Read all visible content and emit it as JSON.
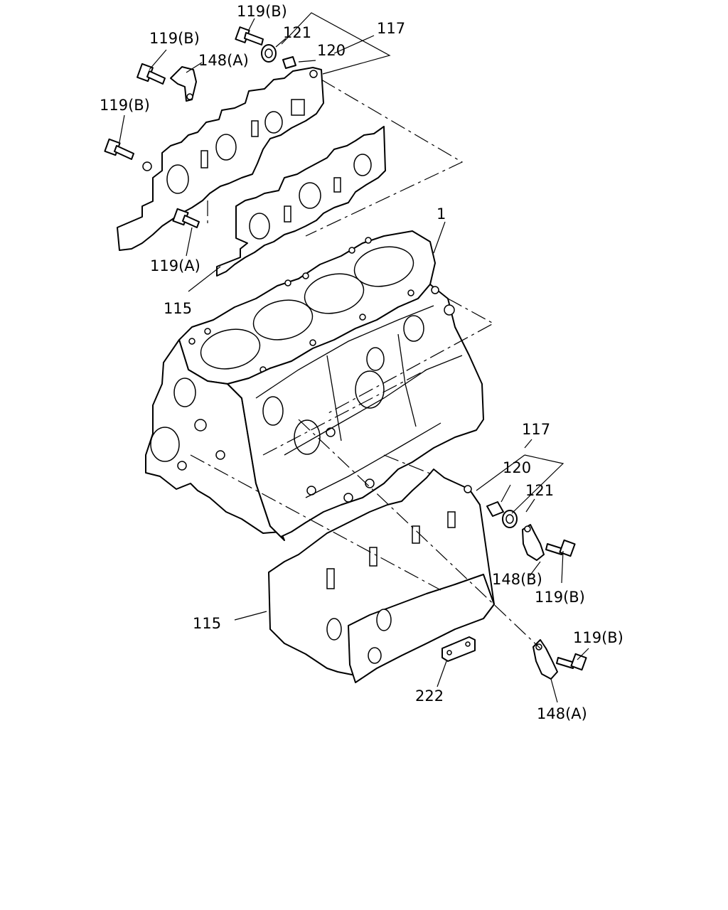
{
  "callouts": {
    "c1": "119(B)",
    "c2": "121",
    "c3": "117",
    "c4": "119(B)",
    "c5": "120",
    "c6": "148(A)",
    "c7": "119(B)",
    "c8": "1",
    "c9": "119(A)",
    "c10": "115",
    "c11": "117",
    "c12": "120",
    "c13": "121",
    "c14": "148(B)",
    "c15": "119(B)",
    "c16": "115",
    "c17": "119(B)",
    "c18": "222",
    "c19": "148(A)"
  }
}
